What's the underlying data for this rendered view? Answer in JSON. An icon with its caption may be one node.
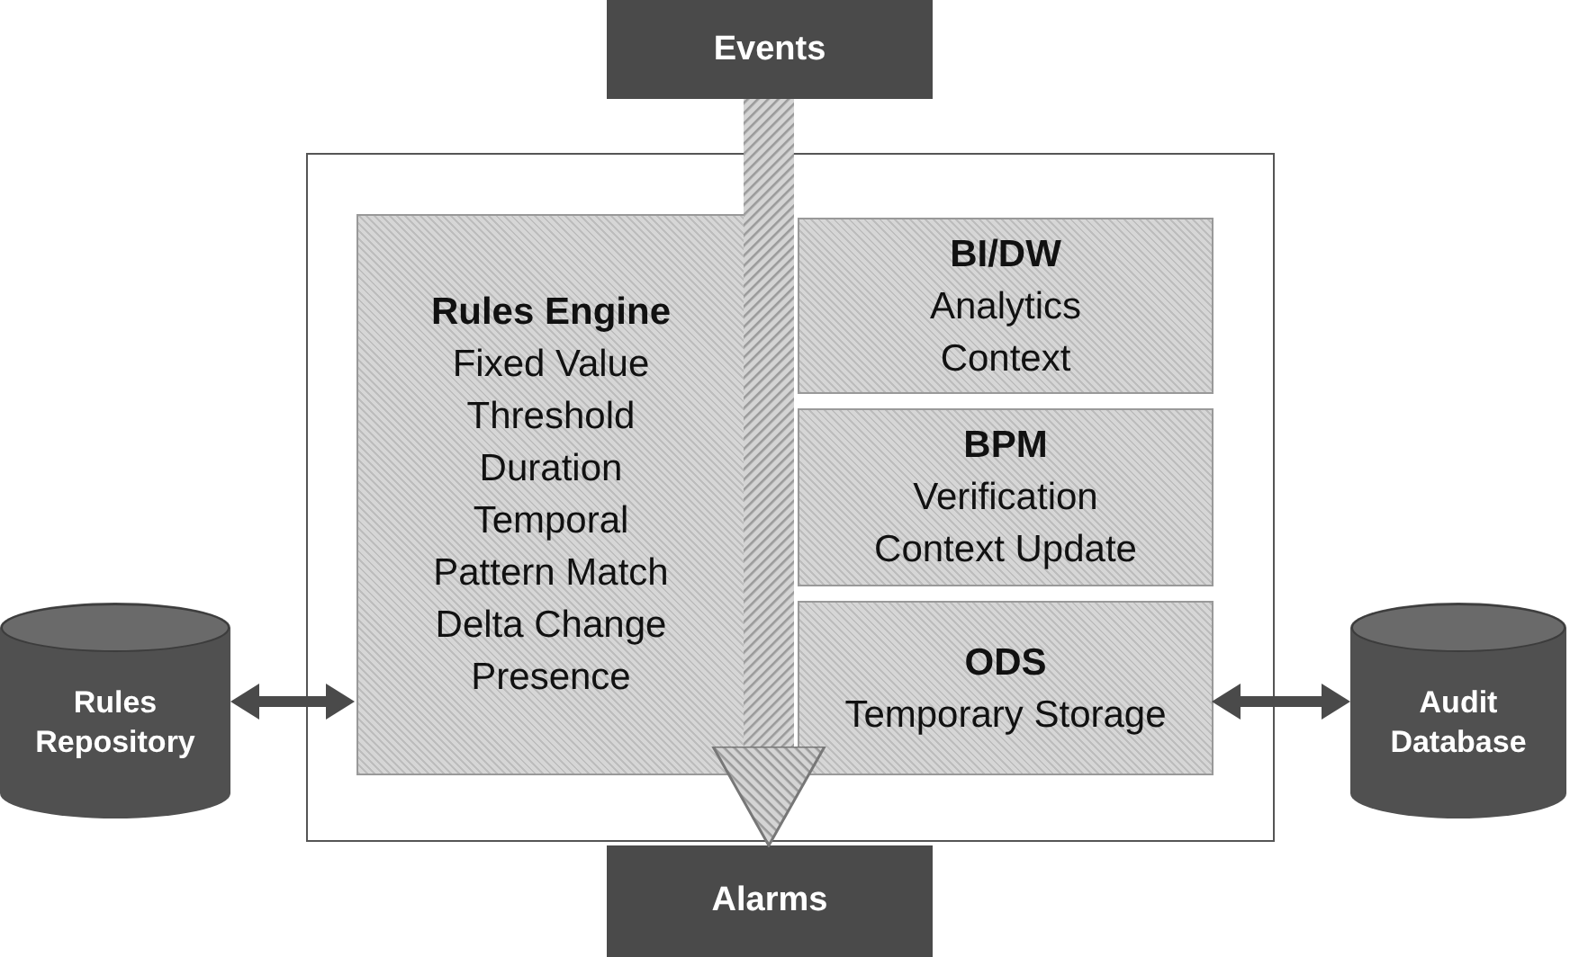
{
  "diagram": {
    "nodes": [
      {
        "text": [
          "Events"
        ]
      },
      {
        "text": [],
        "shape": "box"
      },
      {
        "text": [
          "Rules Engine",
          "Fixed Value",
          "Threshold",
          "Duration",
          "Temporal",
          "Pattern Match",
          "Delta Change",
          "Presence"
        ],
        "in": 1
      },
      {
        "text": [
          "BI/DW",
          "Analytics",
          "Context"
        ],
        "in": 1
      },
      {
        "text": [
          "BPM",
          "Verification",
          "Context Update"
        ],
        "in": 1
      },
      {
        "text": [
          "ODS",
          "Temporary Storage"
        ],
        "in": 1
      },
      {
        "text": [
          "Alarms"
        ]
      },
      {
        "text": [
          "Rules Repository"
        ]
      },
      {
        "text": [
          "Audit Database"
        ]
      }
    ],
    "edges": [
      {
        "from": 0,
        "to": 6,
        "arrow": "to",
        "style": "thick"
      },
      {
        "from": 7,
        "to": 2,
        "arrow": "both"
      },
      {
        "from": 8,
        "to": 5,
        "arrow": "both"
      }
    ]
  }
}
